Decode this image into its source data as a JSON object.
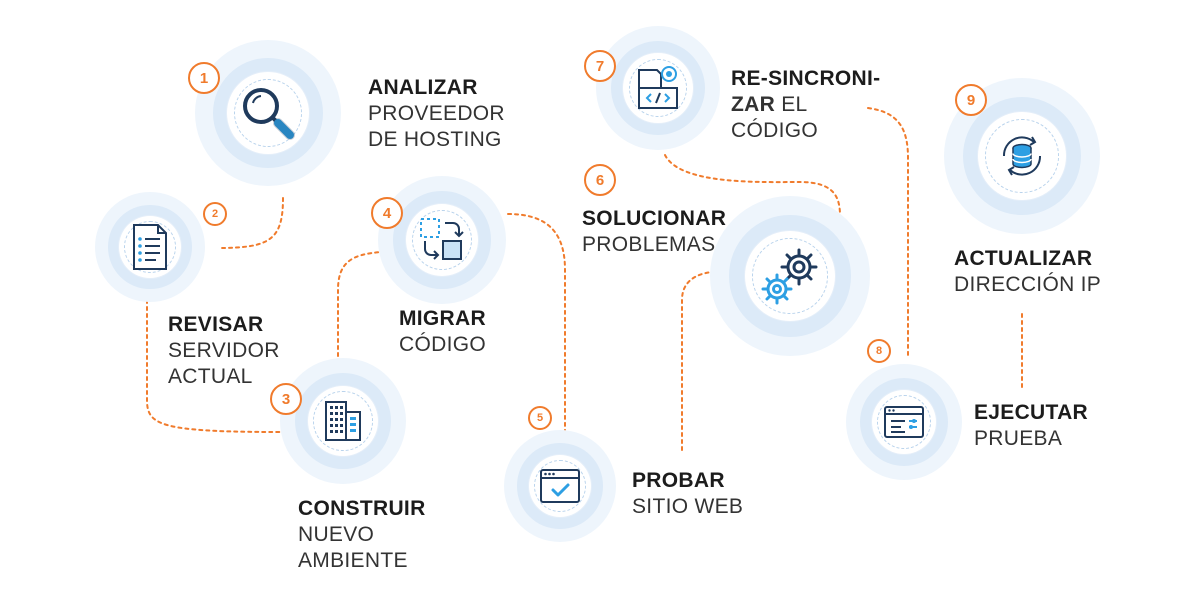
{
  "colors": {
    "accent": "#f07b2c",
    "icon_stroke": "#1f3a5c",
    "icon_blue": "#2d9fe3",
    "ring_outer": "#eef5fc",
    "ring_inner": "#dceaf8"
  },
  "steps": [
    {
      "number": "1",
      "title": "ANALIZAR",
      "lines": [
        "PROVEEDOR",
        "DE HOSTING"
      ],
      "icon": "magnifier-icon"
    },
    {
      "number": "2",
      "title": "REVISAR",
      "lines": [
        "SERVIDOR",
        "ACTUAL"
      ],
      "icon": "document-list-icon"
    },
    {
      "number": "3",
      "title": "CONSTRUIR",
      "lines": [
        "NUEVO",
        "AMBIENTE"
      ],
      "icon": "building-icon"
    },
    {
      "number": "4",
      "title": "MIGRAR",
      "lines": [
        "CÓDIGO"
      ],
      "icon": "migrate-squares-icon"
    },
    {
      "number": "5",
      "title": "PROBAR",
      "lines": [
        "SITIO WEB"
      ],
      "icon": "browser-check-icon"
    },
    {
      "number": "6",
      "title": "SOLUCIONAR",
      "lines": [
        "PROBLEMAS"
      ],
      "icon": "gears-icon"
    },
    {
      "number": "7",
      "title": "RE-SINCRONI-",
      "title2": "ZAR",
      "inline": "EL",
      "lines": [
        "CÓDIGO"
      ],
      "icon": "code-file-sync-icon"
    },
    {
      "number": "8",
      "title": "EJECUTAR",
      "lines": [
        "PRUEBA"
      ],
      "icon": "browser-settings-icon"
    },
    {
      "number": "9",
      "title": "ACTUALIZAR",
      "lines": [
        "DIRECCIÓN IP"
      ],
      "icon": "database-sync-icon"
    }
  ]
}
